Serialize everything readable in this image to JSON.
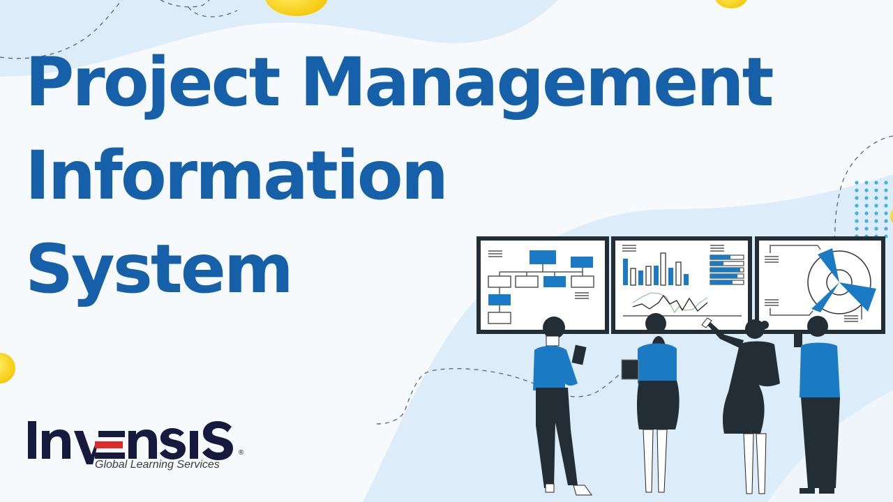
{
  "title": {
    "line1": "Project Management",
    "line2": "Information",
    "line3": "System"
  },
  "logo": {
    "wordmark": "INVENSIS",
    "wordmark_display": "Inv≡nsis",
    "tagline": "Global Learning Services",
    "registered": "®"
  },
  "colors": {
    "title_blue": "#1560a8",
    "accent_blue": "#1a7bc4",
    "dark_navy": "#17193f",
    "logo_red": "#e02a2a",
    "light_blue_bg": "#dcedf9",
    "yellow": "#f5d60a",
    "figure_dark": "#222d35"
  },
  "illustration": {
    "screens": [
      {
        "name": "org-chart-screen"
      },
      {
        "name": "bar-line-chart-screen"
      },
      {
        "name": "radial-chart-screen"
      }
    ],
    "people": [
      "man-with-tablet",
      "woman-with-tablet",
      "woman-pointing",
      "man-with-phone"
    ]
  }
}
